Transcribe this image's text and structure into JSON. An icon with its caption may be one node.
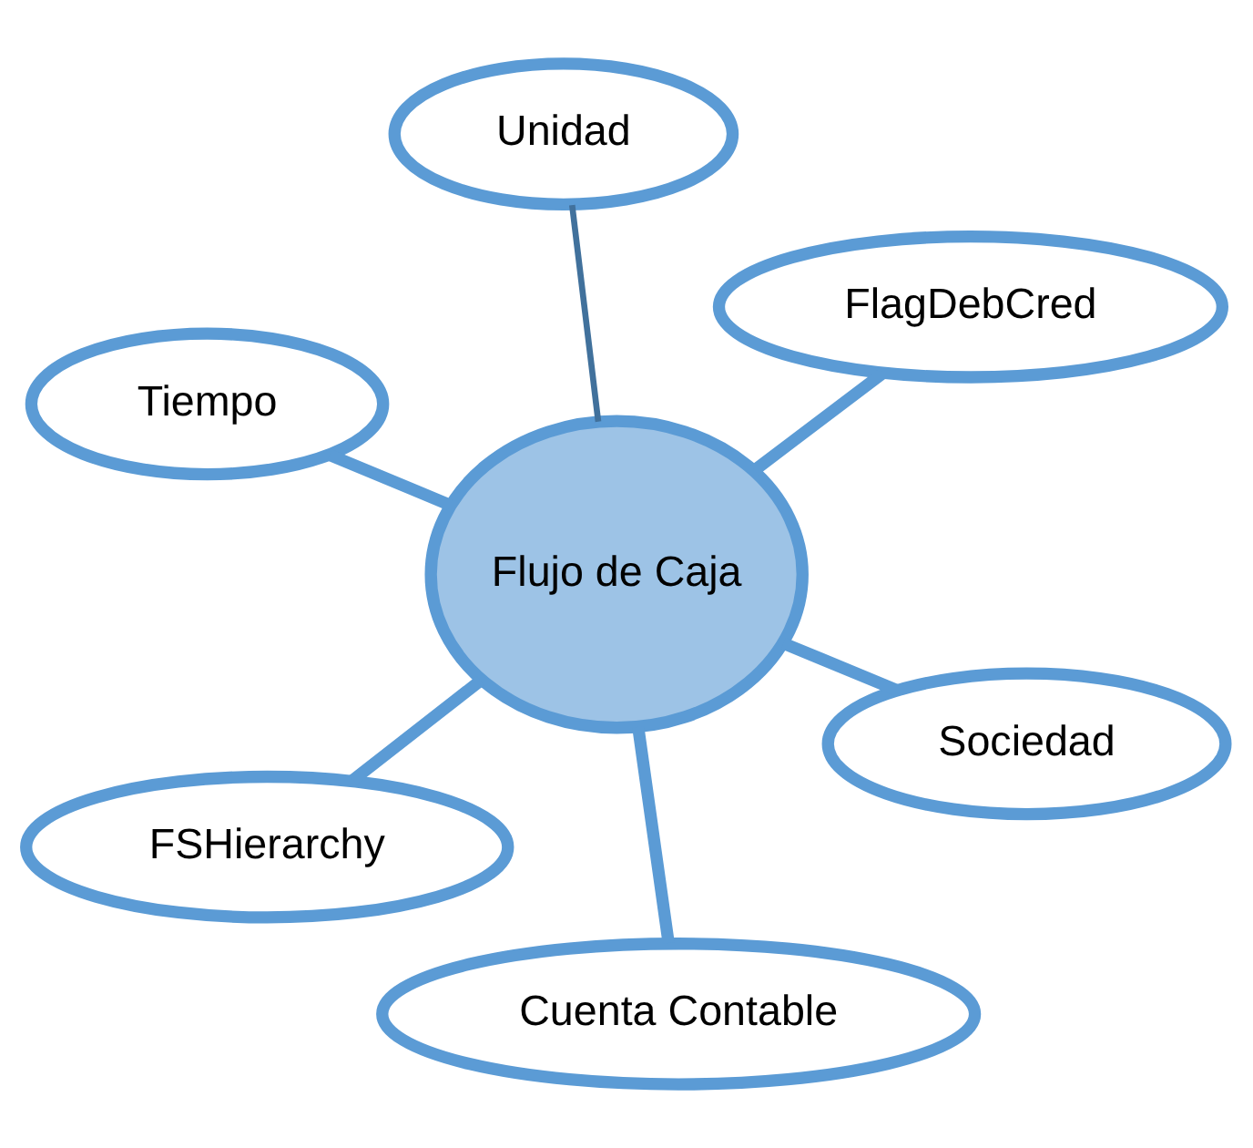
{
  "diagram": {
    "nodes": [
      {
        "text": [
          "Tiempo"
        ]
      },
      {
        "text": [
          "Sociedad"
        ]
      },
      {
        "text": [
          "Cuenta Contable"
        ]
      },
      {
        "text": [
          "Flujo de Caja"
        ]
      },
      {
        "text": [
          "FlagDebCred"
        ]
      },
      {
        "text": [
          "Unidad"
        ]
      },
      {
        "text": [
          "FSHierarchy"
        ]
      }
    ],
    "edges": [
      {
        "from": 3,
        "to": 0,
        "arrow": "none"
      },
      {
        "from": 3,
        "to": 1,
        "arrow": "none"
      },
      {
        "from": 3,
        "to": 2,
        "arrow": "none"
      },
      {
        "from": 3,
        "to": 4,
        "arrow": "none"
      },
      {
        "from": 3,
        "to": 5,
        "arrow": "none",
        "color": "#41719c"
      },
      {
        "from": 3,
        "to": 6,
        "arrow": "none"
      }
    ]
  }
}
